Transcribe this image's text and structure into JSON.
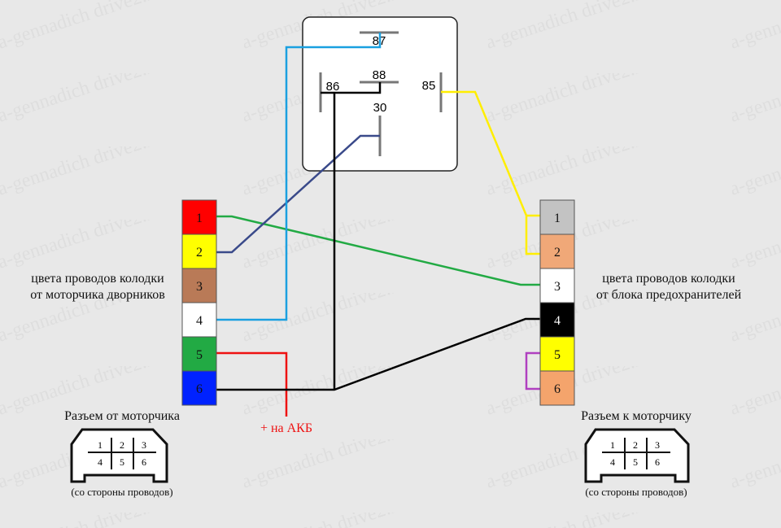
{
  "watermark": "a-gennadich drive2.ru",
  "relay": {
    "pins": [
      {
        "id": "87",
        "label": "87"
      },
      {
        "id": "88",
        "label": "88"
      },
      {
        "id": "86",
        "label": "86"
      },
      {
        "id": "85",
        "label": "85"
      },
      {
        "id": "30",
        "label": "30"
      }
    ]
  },
  "left_connector": {
    "caption_line1": "цвета проводов колодки",
    "caption_line2": "от моторчика дворников",
    "cells": [
      {
        "num": "1",
        "color": "#ff0000",
        "text_color": "#111111"
      },
      {
        "num": "2",
        "color": "#ffff00",
        "text_color": "#111111"
      },
      {
        "num": "3",
        "color": "#b97a57",
        "text_color": "#111111"
      },
      {
        "num": "4",
        "color": "#ffffff",
        "text_color": "#111111"
      },
      {
        "num": "5",
        "color": "#22aa44",
        "text_color": "#111111"
      },
      {
        "num": "6",
        "color": "#0022ff",
        "text_color": "#111111"
      }
    ]
  },
  "right_connector": {
    "caption_line1": "цвета проводов колодки",
    "caption_line2": "от блока предохранителей",
    "cells": [
      {
        "num": "1",
        "color": "#c3c3c3",
        "text_color": "#111111"
      },
      {
        "num": "2",
        "color": "#f0a878",
        "text_color": "#111111"
      },
      {
        "num": "3",
        "color": "#ffffff",
        "text_color": "#111111"
      },
      {
        "num": "4",
        "color": "#000000",
        "text_color": "#ffffff"
      },
      {
        "num": "5",
        "color": "#ffff00",
        "text_color": "#111111"
      },
      {
        "num": "6",
        "color": "#f4a46c",
        "text_color": "#111111"
      }
    ]
  },
  "battery_label": "+ на АКБ",
  "plug_left": {
    "title": "Разъем от моторчика",
    "subtitle": "(со стороны проводов)",
    "pins": [
      "1",
      "2",
      "3",
      "4",
      "5",
      "6"
    ]
  },
  "plug_right": {
    "title": "Разъем к моторчику",
    "subtitle": "(со стороны проводов)",
    "pins": [
      "1",
      "2",
      "3",
      "4",
      "5",
      "6"
    ]
  },
  "wire_colors": {
    "green": "#22aa44",
    "navy": "#3a4a8a",
    "light_blue": "#1aa0e0",
    "red": "#ee1111",
    "black": "#000000",
    "yellow": "#ffee00",
    "purple": "#b040c0",
    "relay_pin": "#777777"
  }
}
